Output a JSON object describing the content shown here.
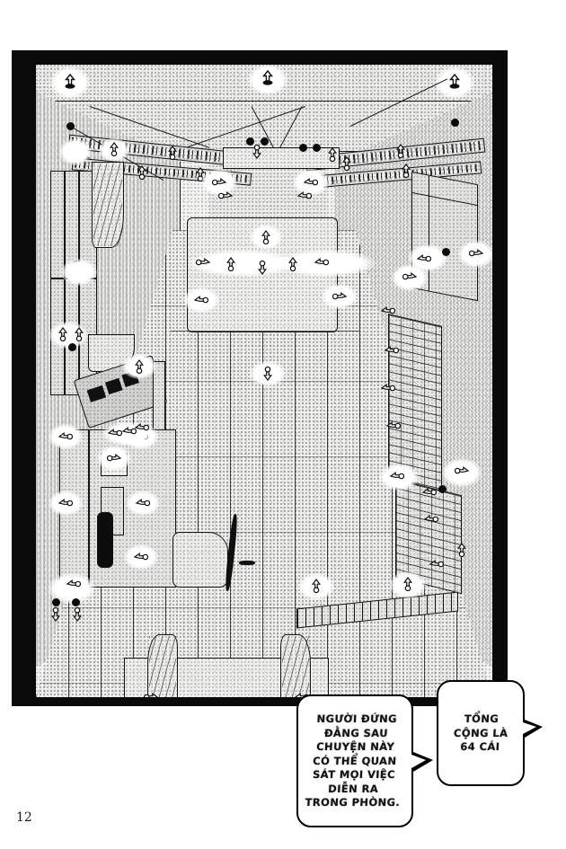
{
  "page": {
    "number": "12",
    "background_color": "#ffffff",
    "ink_color": "#0a0a0a"
  },
  "panel": {
    "name": "room-surveillance-panel",
    "frame_color": "#0a0a0a",
    "scene_description": "Interior of a Japanese-style room drawn in one-point perspective, seen from a slightly raised viewpoint, with hidden-camera markers indicated all over the ceiling, walls, shelves, furniture and floor.",
    "scene_elements": [
      {
        "name": "ceiling",
        "label": "ceiling"
      },
      {
        "name": "ceiling-beams",
        "label": "ceiling beams and slatted shelving"
      },
      {
        "name": "left-window",
        "label": "left window with curtain"
      },
      {
        "name": "right-shoji-door",
        "label": "right sliding shoji door"
      },
      {
        "name": "right-window-panel",
        "label": "upper right window panel"
      },
      {
        "name": "wooden-floor",
        "label": "wooden plank floor"
      },
      {
        "name": "low-table",
        "label": "low table"
      },
      {
        "name": "desk",
        "label": "desk with keyboard and monitor"
      },
      {
        "name": "cabinet",
        "label": "cabinet with telephone"
      },
      {
        "name": "chair",
        "label": "chair"
      },
      {
        "name": "bed",
        "label": "bed with draped curtains"
      },
      {
        "name": "radiator",
        "label": "radiator along the lower right wall"
      }
    ]
  },
  "markers": {
    "glyph_name": "camera-pin-arrow",
    "description": "Small pin-shaped arrow glyphs, each marking the location of a hidden camera. Each sits on a white glow halo.",
    "total_label": "64"
  },
  "balloons": [
    {
      "id": "balloon-1",
      "name": "speech-balloon-observer",
      "tail_direction": "right",
      "text": "NGƯỜI ĐỨNG\nĐẰNG SAU\nCHUYỆN NÀY\nCÓ THỂ QUAN\nSÁT MỌI VIỆC\nDIỄN RA\nTRONG PHÒNG."
    },
    {
      "id": "balloon-2",
      "name": "speech-balloon-total",
      "tail_direction": "right",
      "text": "TỔNG\nCỘNG LÀ\n64 CÁI"
    }
  ]
}
